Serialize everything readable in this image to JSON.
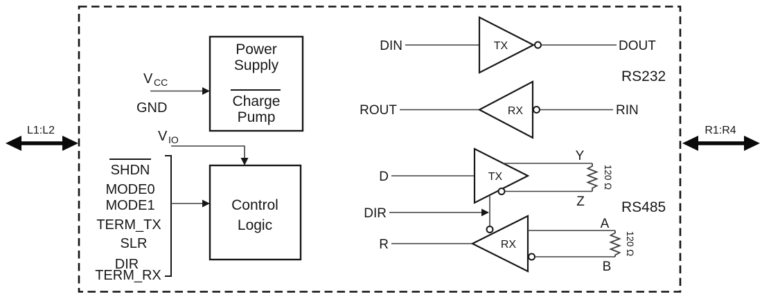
{
  "ports": {
    "left": "L1:L2",
    "right": "R1:R4"
  },
  "blocks": {
    "power_supply": {
      "line1": "Power",
      "line2": "Supply",
      "line3": "Charge",
      "line4": "Pump"
    },
    "control_logic": {
      "line1": "Control",
      "line2": "Logic"
    }
  },
  "supply_pins": {
    "vcc": {
      "base": "V",
      "sub": "CC"
    },
    "gnd": "GND",
    "vio": {
      "base": "V",
      "sub": "IO"
    }
  },
  "control_pins": {
    "shdn": "SHDN",
    "mode0": "MODE0",
    "mode1": "MODE1",
    "term_tx": "TERM_TX",
    "slr": "SLR",
    "dir": "DIR",
    "term_rx": "TERM_RX"
  },
  "rs232": {
    "label": "RS232",
    "driver": {
      "name": "TX",
      "input": "DIN",
      "output": "DOUT"
    },
    "receiver": {
      "name": "RX",
      "output": "ROUT",
      "input": "RIN"
    }
  },
  "rs485": {
    "label": "RS485",
    "driver": {
      "name": "TX",
      "input": "D",
      "output_y": "Y",
      "output_z": "Z",
      "termination": "120 Ω"
    },
    "dir": "DIR",
    "receiver": {
      "name": "RX",
      "output": "R",
      "input_a": "A",
      "input_b": "B",
      "termination": "120 Ω"
    }
  },
  "colors": {
    "ink": "#161616",
    "wire": "#3f3f3f",
    "background": "#ffffff"
  }
}
